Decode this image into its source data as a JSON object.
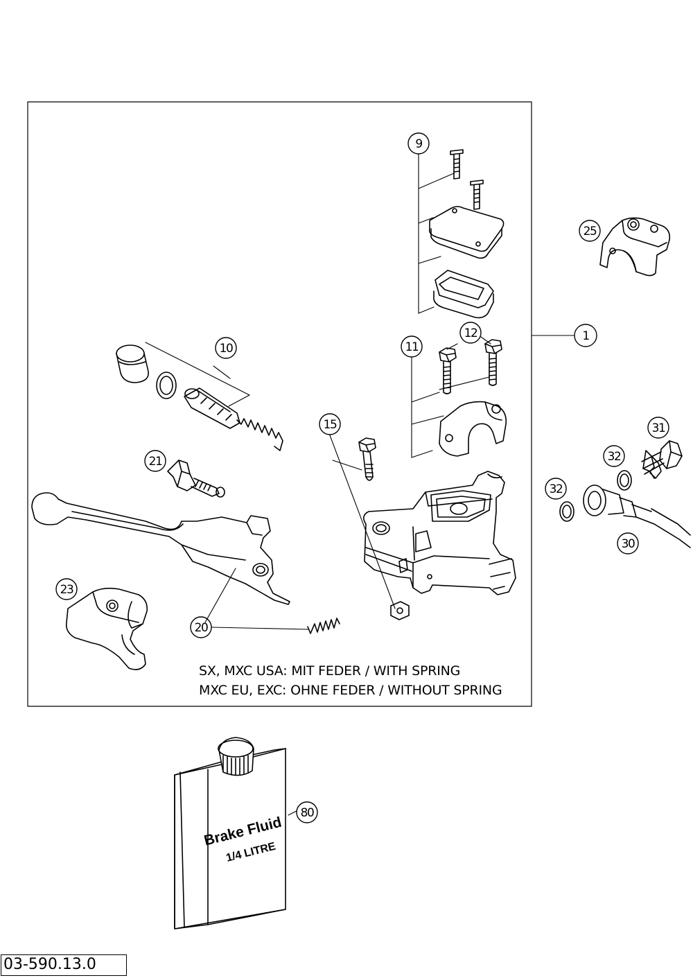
{
  "diagram": {
    "callouts": {
      "c1": "1",
      "c9": "9",
      "c10": "10",
      "c11": "11",
      "c12": "12",
      "c15": "15",
      "c20": "20",
      "c21": "21",
      "c23": "23",
      "c25": "25",
      "c30": "30",
      "c31": "31",
      "c32a": "32",
      "c32b": "32",
      "c80": "80"
    },
    "notes": [
      "SX, MXC USA: MIT FEDER / WITH SPRING",
      "MXC EU, EXC: OHNE FEDER / WITHOUT SPRING"
    ],
    "bottle_label": {
      "line1": "Brake Fluid",
      "line2": "1/4 LITRE"
    },
    "drawing_number": "03-590.13.0"
  }
}
